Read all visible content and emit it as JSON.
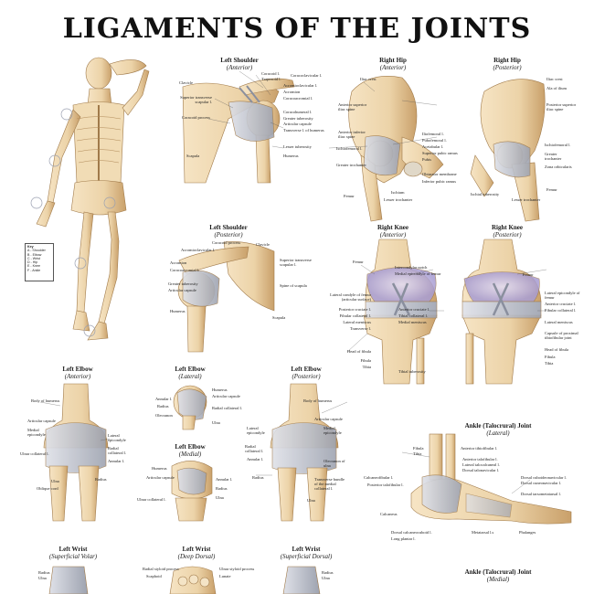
{
  "title": "LIGAMENTS OF THE JOINTS",
  "key": {
    "heading": "Key",
    "items": [
      "A - Shoulder",
      "B - Elbow",
      "C - Wrist",
      "D - Hip",
      "E - Knee",
      "F - Ankle"
    ]
  },
  "panels": {
    "shoulder_ant": {
      "title": "Left Shoulder",
      "view": "(Anterior)"
    },
    "shoulder_post": {
      "title": "Left Shoulder",
      "view": "(Posterior)"
    },
    "hip_ant": {
      "title": "Right Hip",
      "view": "(Anterior)"
    },
    "hip_post": {
      "title": "Right Hip",
      "view": "(Posterior)"
    },
    "knee_ant": {
      "title": "Right Knee",
      "view": "(Anterior)"
    },
    "knee_post": {
      "title": "Right Knee",
      "view": "(Posterior)"
    },
    "elbow_ant": {
      "title": "Left Elbow",
      "view": "(Anterior)"
    },
    "elbow_lat": {
      "title": "Left Elbow",
      "view": "(Lateral)"
    },
    "elbow_med": {
      "title": "Left Elbow",
      "view": "(Medial)"
    },
    "elbow_post": {
      "title": "Left Elbow",
      "view": "(Posterior)"
    },
    "ankle_lat": {
      "title": "Ankle (Talocrural) Joint",
      "view": "(Lateral)"
    },
    "ankle_med": {
      "title": "Ankle (Talocrural) Joint",
      "view": "(Medial)"
    },
    "wrist_pal": {
      "title": "Left Wrist",
      "view": "(Superficial Volar)"
    },
    "wrist_dd": {
      "title": "Left Wrist",
      "view": "(Deep Dorsal)"
    },
    "wrist_sd": {
      "title": "Left Wrist",
      "view": "(Superficial Dorsal)"
    }
  },
  "labels": {
    "shoulder_ant": [
      "Clavicle",
      "Coracoid l.",
      "Trapezoid l.",
      "Coracoclavicular l.",
      "Acromioclavicular l.",
      "Acromion",
      "Coracoacromial l.",
      "Superior transverse scapular l.",
      "Coracoid process",
      "Coracohumeral l.",
      "Greater tuberosity",
      "Articular capsule",
      "Transverse l. of humerus",
      "Lesser tuberosity",
      "Humerus",
      "Scapula"
    ],
    "shoulder_post": [
      "Coracoid process",
      "Acromioclavicular l.",
      "Clavicle",
      "Acromion",
      "Coracoacromial l.",
      "Greater tuberosity",
      "Articular capsule",
      "Superior transverse scapular l.",
      "Spine of scapula",
      "Humerus",
      "Scapula"
    ],
    "hip_ant": [
      "Iliac crest",
      "Anterior superior iliac spine",
      "Anterior inferior iliac spine",
      "Iliofemoral l.",
      "Pubofemoral l.",
      "Ischiofemoral l.",
      "Greater trochanter",
      "Obturator membrane",
      "Femur",
      "Ischium",
      "Lesser trochanter",
      "Inferior pubic ramus",
      "Superior pubic ramus",
      "Pubis",
      "Acetabular l."
    ],
    "hip_post": [
      "Iliac crest",
      "Ala of ilium",
      "Posterior superior iliac spine",
      "Ischiofemoral l.",
      "Greater trochanter",
      "Zona orbicularis",
      "Ischial tuberosity",
      "Femur",
      "Lesser trochanter"
    ],
    "knee_ant": [
      "Femur",
      "Lateral condyle of femur (articular surface)",
      "Posterior cruciate l.",
      "Fibular collateral l.",
      "Lateral meniscus",
      "Transverse l.",
      "Head of fibula",
      "Fibula",
      "Tibia",
      "Intercondylar notch",
      "Medial epicondyle of femur",
      "Anterior cruciate l.",
      "Tibial collateral l.",
      "Medial meniscus",
      "Tibial tuberosity"
    ],
    "knee_post": [
      "Femur",
      "Lateral epicondyle of femur",
      "Anterior cruciate l.",
      "Fibular collateral l.",
      "Lateral meniscus",
      "Capsule of proximal tibiofibular joint",
      "Head of fibula",
      "Fibula",
      "Tibia"
    ],
    "elbow_ant": [
      "Body of humerus",
      "Articular capsule",
      "Medial epicondyle",
      "Lateral epicondyle",
      "Radial collateral l.",
      "Annular l.",
      "Ulnar collateral l.",
      "Ulna",
      "Radius",
      "Oblique cord"
    ],
    "elbow_lat": [
      "Humerus",
      "Articular capsule",
      "Annular l.",
      "Radius",
      "Radial collateral l.",
      "Ulna",
      "Olecranon"
    ],
    "elbow_med": [
      "Humerus",
      "Articular capsule",
      "Annular l.",
      "Ulnar collateral l.",
      "Radius",
      "Ulna"
    ],
    "elbow_post": [
      "Body of humerus",
      "Articular capsule",
      "Medial epicondyle",
      "Lateral epicondyle",
      "Olecranon of ulna",
      "Radial collateral l.",
      "Annular l.",
      "Radius",
      "Ulna",
      "Transverse bundle of the medial collateral l."
    ],
    "ankle_lat": [
      "Fibula",
      "Tibia",
      "Anterior tibiofibular l.",
      "Anterior talofibular l.",
      "Lateral talocalcaneal l.",
      "Dorsal talonavicular l.",
      "Calcaneofibular l.",
      "Posterior talofibular l.",
      "Calcaneus",
      "Dorsal calcaneocuboid l.",
      "Long plantar l.",
      "Dorsal cuboideonavicular l.",
      "Dorsal cuneonavicular l.",
      "Dorsal tarsometatarsal l.",
      "Phalanges",
      "Metatarsal l.s"
    ],
    "wrist_pal": [
      "Radius",
      "Ulna"
    ],
    "wrist_dd": [
      "Radial styloid process",
      "Scaphoid",
      "Ulnar styloid process",
      "Lunate"
    ],
    "wrist_sd": [
      "Radius",
      "Ulna"
    ]
  },
  "colors": {
    "bone": "#ecd3a8",
    "bone_shadow": "#c9a06a",
    "ligament": "#c9ccd4",
    "ligament_dark": "#8a8f9e",
    "cartilage": "#c7c0e3",
    "line": "#6b5a44"
  }
}
